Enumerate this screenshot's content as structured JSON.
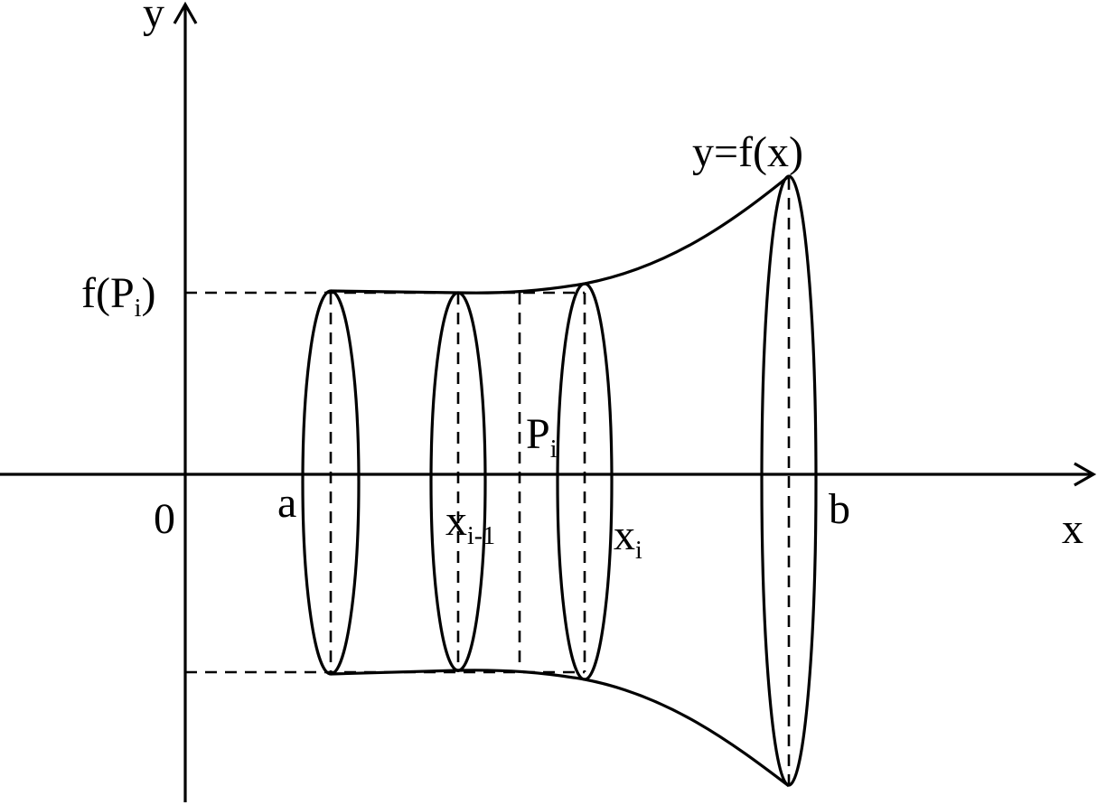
{
  "labels": {
    "y_axis": "y",
    "x_axis": "x",
    "origin": "0",
    "a": "a",
    "b": "b",
    "curve": "y=f(x)",
    "f_open": "f(P",
    "f_sub": "i",
    "f_close": ")",
    "p_main": "P",
    "p_sub": "i",
    "xim1_main": "x",
    "xim1_sub": "i-1",
    "xi_main": "x",
    "xi_sub": "i"
  },
  "colors": {
    "ink": "#000000",
    "background": "#ffffff"
  }
}
